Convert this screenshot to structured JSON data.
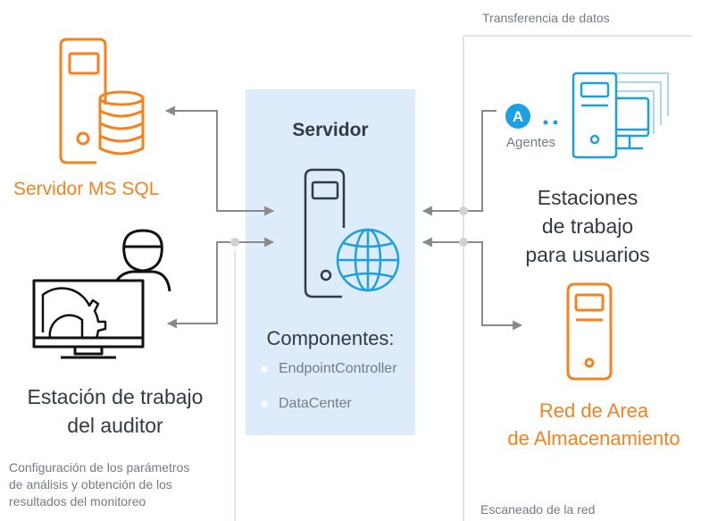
{
  "top_label": "Transferencia de datos",
  "bottom_right_label": "Escaneado de la red",
  "server": {
    "title": "Servidor",
    "components_heading": "Componentes:",
    "components": [
      "EndpointController",
      "DataCenter"
    ]
  },
  "sql": {
    "label": "Servidor MS SQL"
  },
  "workstations": {
    "agent_badge": "A",
    "agents_label": "Agentes",
    "label_lines": [
      "Estaciones",
      "de trabajo",
      "para usuarios"
    ]
  },
  "auditor": {
    "label_lines": [
      "Estación de trabajo",
      "del auditor"
    ],
    "note_lines": [
      "Configuración de los parámetros",
      "de análisis y obtención de los",
      "resultados del monitoreo"
    ]
  },
  "san": {
    "label_lines": [
      "Red de Area",
      "de Almacenamiento"
    ]
  },
  "colors": {
    "orange": "#f5821f",
    "blue": "#1ca0e4",
    "dark": "#333a45",
    "gray_text": "#747b85",
    "arrow": "#8a8a8a",
    "panel": "#deebfa",
    "bullet": "#ffffff",
    "line": "#cfcfcf"
  },
  "icons": [
    "database-server-icon",
    "server-globe-icon",
    "workstations-icon",
    "auditor-icon",
    "storage-server-icon",
    "agent-icon"
  ]
}
